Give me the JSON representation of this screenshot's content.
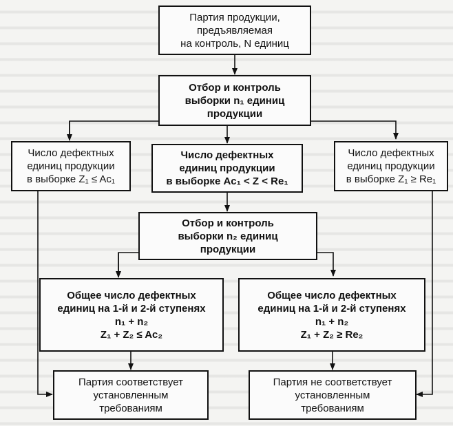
{
  "boxes": {
    "lot": {
      "lines": [
        "Партия продукции,",
        "предъявляемая",
        "на контроль, N единиц"
      ]
    },
    "sample1": {
      "lines": [
        "Отбор и контроль",
        "выборки n₁ единиц",
        "продукции"
      ]
    },
    "left_count": {
      "lines": [
        "Число дефектных",
        "единиц продукции",
        "в выборке Z₁ ≤ Aс₁"
      ]
    },
    "mid_count": {
      "lines": [
        "Число дефектных",
        "единиц продукции",
        "в выборке Aс₁ < Z < Rе₁"
      ]
    },
    "right_count": {
      "lines": [
        "Число дефектных",
        "единиц продукции",
        "в выборке Z₁ ≥ Rе₁"
      ]
    },
    "sample2": {
      "lines": [
        "Отбор и контроль",
        "выборки n₂ единиц",
        "продукции"
      ]
    },
    "total_left": {
      "lines": [
        "Общее число дефектных",
        "единиц на 1-й и 2-й ступенях",
        "n₁ + n₂",
        "Z₁ + Z₂ ≤ Aс₂"
      ]
    },
    "total_right": {
      "lines": [
        "Общее число дефектных",
        "единиц на 1-й и 2-й ступенях",
        "n₁ + n₂",
        "Z₁ + Z₂ ≥ Rе₂"
      ]
    },
    "accept": {
      "lines": [
        "Партия соответствует",
        "установленным",
        "требованиям"
      ]
    },
    "reject": {
      "lines": [
        "Партия не соответствует",
        "установленным",
        "требованиям"
      ]
    }
  }
}
